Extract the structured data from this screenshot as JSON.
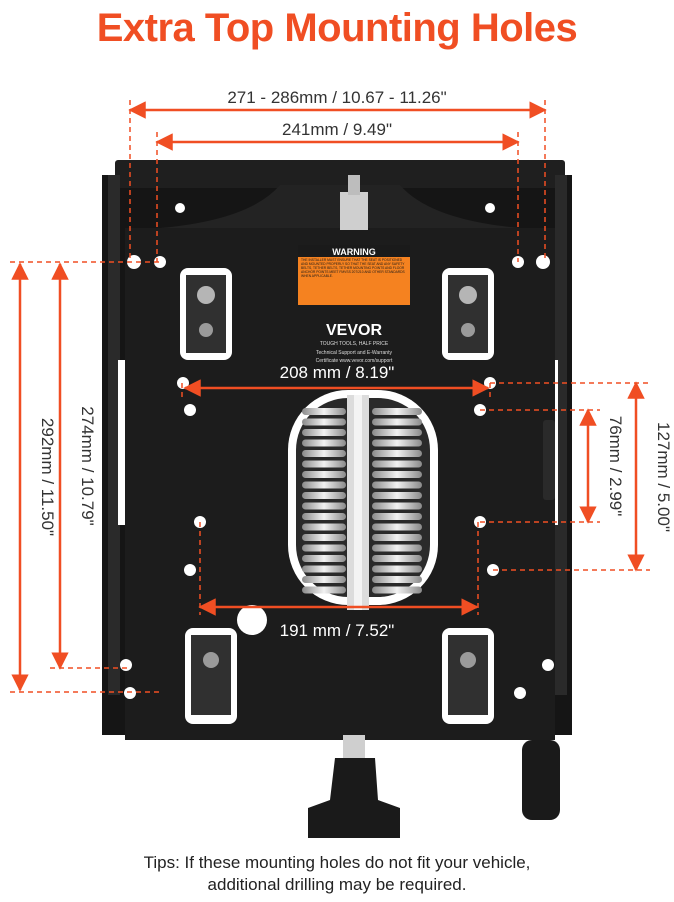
{
  "title": "Extra Top Mounting Holes",
  "dimensions": {
    "outer_width": "271 - 286mm / 10.67 - 11.26\"",
    "inner_width": "241mm / 9.49\"",
    "mid_width": "208 mm / 8.19\"",
    "bottom_width": "191 mm / 7.52\"",
    "outer_height": "292mm / 11.50\"",
    "inner_height": "274mm / 10.79\"",
    "short_height": "76mm / 2.99\"",
    "tall_height": "127mm / 5.00\""
  },
  "warning_label": {
    "heading": "WARNING",
    "body": "THE INSTALLER MUST ENSURE THAT THE SEAT IS POSITIONED AND MOUNTED PROPERLY SO THAT THE SEAT AND ANY SAFETY BELTS, TETHER BELTS, TETHER MOUNTING POINTS AND FLOOR ANCHOR POINTS MEET FMVSS 207/210 AND OTHER STANDARDS WHEN APPLICABLE."
  },
  "brand": {
    "name": "VEVOR",
    "tagline": "TOUGH TOOLS, HALF PRICE",
    "support_line1": "Technical Support and E-Warranty",
    "support_line2": "Certificate www.vevor.com/support"
  },
  "tips": {
    "line1": "Tips: If these mounting holes do not fit your vehicle,",
    "line2": "additional drilling may be required."
  },
  "colors": {
    "accent": "#f04e23",
    "plate": "#1c1c1c",
    "background": "#ffffff"
  }
}
